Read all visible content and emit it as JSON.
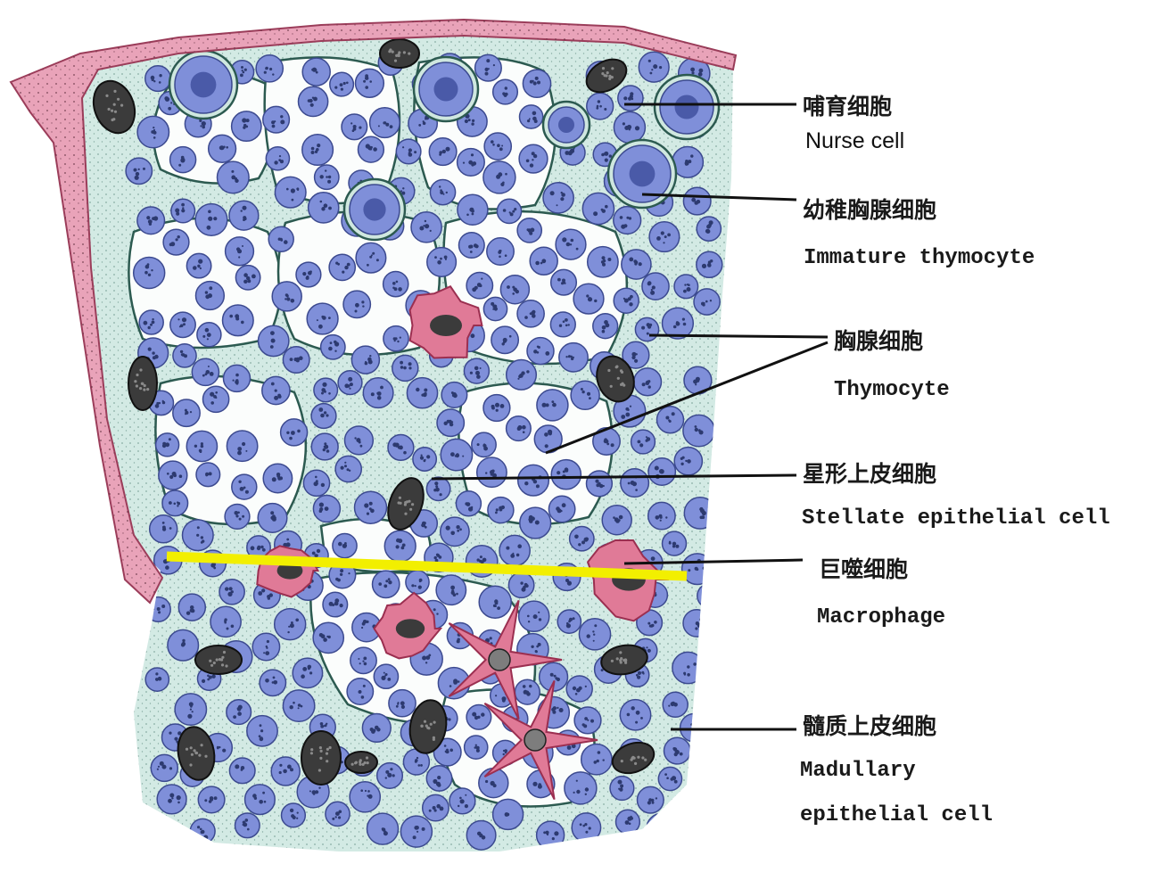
{
  "colors": {
    "capsule": "#e9a3b9",
    "epithelium": "#b7ddd3",
    "epithelium_outline": "#2c5a50",
    "thymocyte": "#7f8fd9",
    "thymocyte_nucleus": "#2d3a70",
    "macrophage": "#e07a97",
    "divider": "#f2ef00",
    "leader": "#111111"
  },
  "labels": [
    {
      "id": "nurse",
      "cn": "哺育细胞",
      "en": "Nurse cell"
    },
    {
      "id": "immature",
      "cn": "幼稚胸腺细胞",
      "en": "Immature thymocyte"
    },
    {
      "id": "thymocyte",
      "cn": "胸腺细胞",
      "en": "Thymocyte"
    },
    {
      "id": "stellate",
      "cn": "星形上皮细胞",
      "en": "Stellate epithelial cell"
    },
    {
      "id": "macrophage",
      "cn": "巨噬细胞",
      "en": "Macrophage"
    },
    {
      "id": "medullary",
      "cn": "髓质上皮细胞",
      "en_line1": "Madullary",
      "en_line2": "epithelial cell"
    }
  ]
}
